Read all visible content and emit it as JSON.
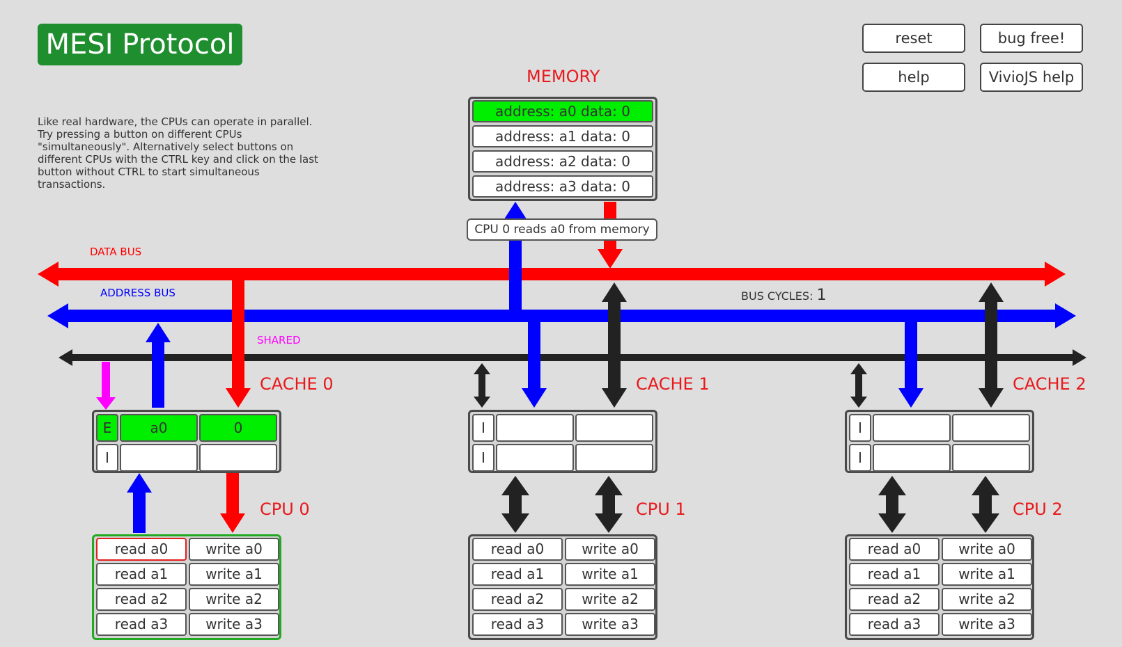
{
  "app": {
    "title": "MESI Protocol",
    "description": "Like real hardware, the CPUs can operate in parallel. Try pressing a button on different CPUs \"simultaneously\". Alternatively select buttons on different CPUs with the CTRL key and click on the last button without CTRL to start simultaneous transactions."
  },
  "toolbar": {
    "reset_label": "reset",
    "bugfree_label": "bug free!",
    "help_label": "help",
    "viviojs_help_label": "VivioJS help"
  },
  "memory": {
    "label": "MEMORY",
    "rows": [
      {
        "text": "address: a0 data: 0",
        "highlight": true
      },
      {
        "text": "address: a1 data: 0",
        "highlight": false
      },
      {
        "text": "address: a2 data: 0",
        "highlight": false
      },
      {
        "text": "address: a3 data: 0",
        "highlight": false
      }
    ]
  },
  "status_message": "CPU 0 reads a0 from memory",
  "buses": {
    "data_label": "DATA BUS",
    "address_label": "ADDRESS BUS",
    "shared_label": "SHARED",
    "cycles_label": "BUS CYCLES",
    "cycles_value": "1"
  },
  "caches": [
    {
      "label": "CACHE 0",
      "lines": [
        {
          "state": "E",
          "address": "a0",
          "data": "0",
          "highlight": true
        },
        {
          "state": "I",
          "address": "",
          "data": "",
          "highlight": false
        }
      ]
    },
    {
      "label": "CACHE 1",
      "lines": [
        {
          "state": "I",
          "address": "",
          "data": "",
          "highlight": false
        },
        {
          "state": "I",
          "address": "",
          "data": "",
          "highlight": false
        }
      ]
    },
    {
      "label": "CACHE 2",
      "lines": [
        {
          "state": "I",
          "address": "",
          "data": "",
          "highlight": false
        },
        {
          "state": "I",
          "address": "",
          "data": "",
          "highlight": false
        }
      ]
    }
  ],
  "cpus": [
    {
      "label": "CPU 0",
      "active": true,
      "selected_button": "read a0",
      "buttons": [
        [
          "read a0",
          "write a0"
        ],
        [
          "read a1",
          "write a1"
        ],
        [
          "read a2",
          "write a2"
        ],
        [
          "read a3",
          "write a3"
        ]
      ]
    },
    {
      "label": "CPU 1",
      "active": false,
      "selected_button": "",
      "buttons": [
        [
          "read a0",
          "write a0"
        ],
        [
          "read a1",
          "write a1"
        ],
        [
          "read a2",
          "write a2"
        ],
        [
          "read a3",
          "write a3"
        ]
      ]
    },
    {
      "label": "CPU 2",
      "active": false,
      "selected_button": "",
      "buttons": [
        [
          "read a0",
          "write a0"
        ],
        [
          "read a1",
          "write a1"
        ],
        [
          "read a2",
          "write a2"
        ],
        [
          "read a3",
          "write a3"
        ]
      ]
    }
  ],
  "colors": {
    "data_bus": "#ff0000",
    "address_bus": "#0000ff",
    "shared_bus": "#222222",
    "shared_signal": "#ff00ff",
    "highlight": "#00ee00",
    "title_bg": "#1e8e2e",
    "active_cpu_border": "#22aa22",
    "label_red": "#e8191d"
  }
}
